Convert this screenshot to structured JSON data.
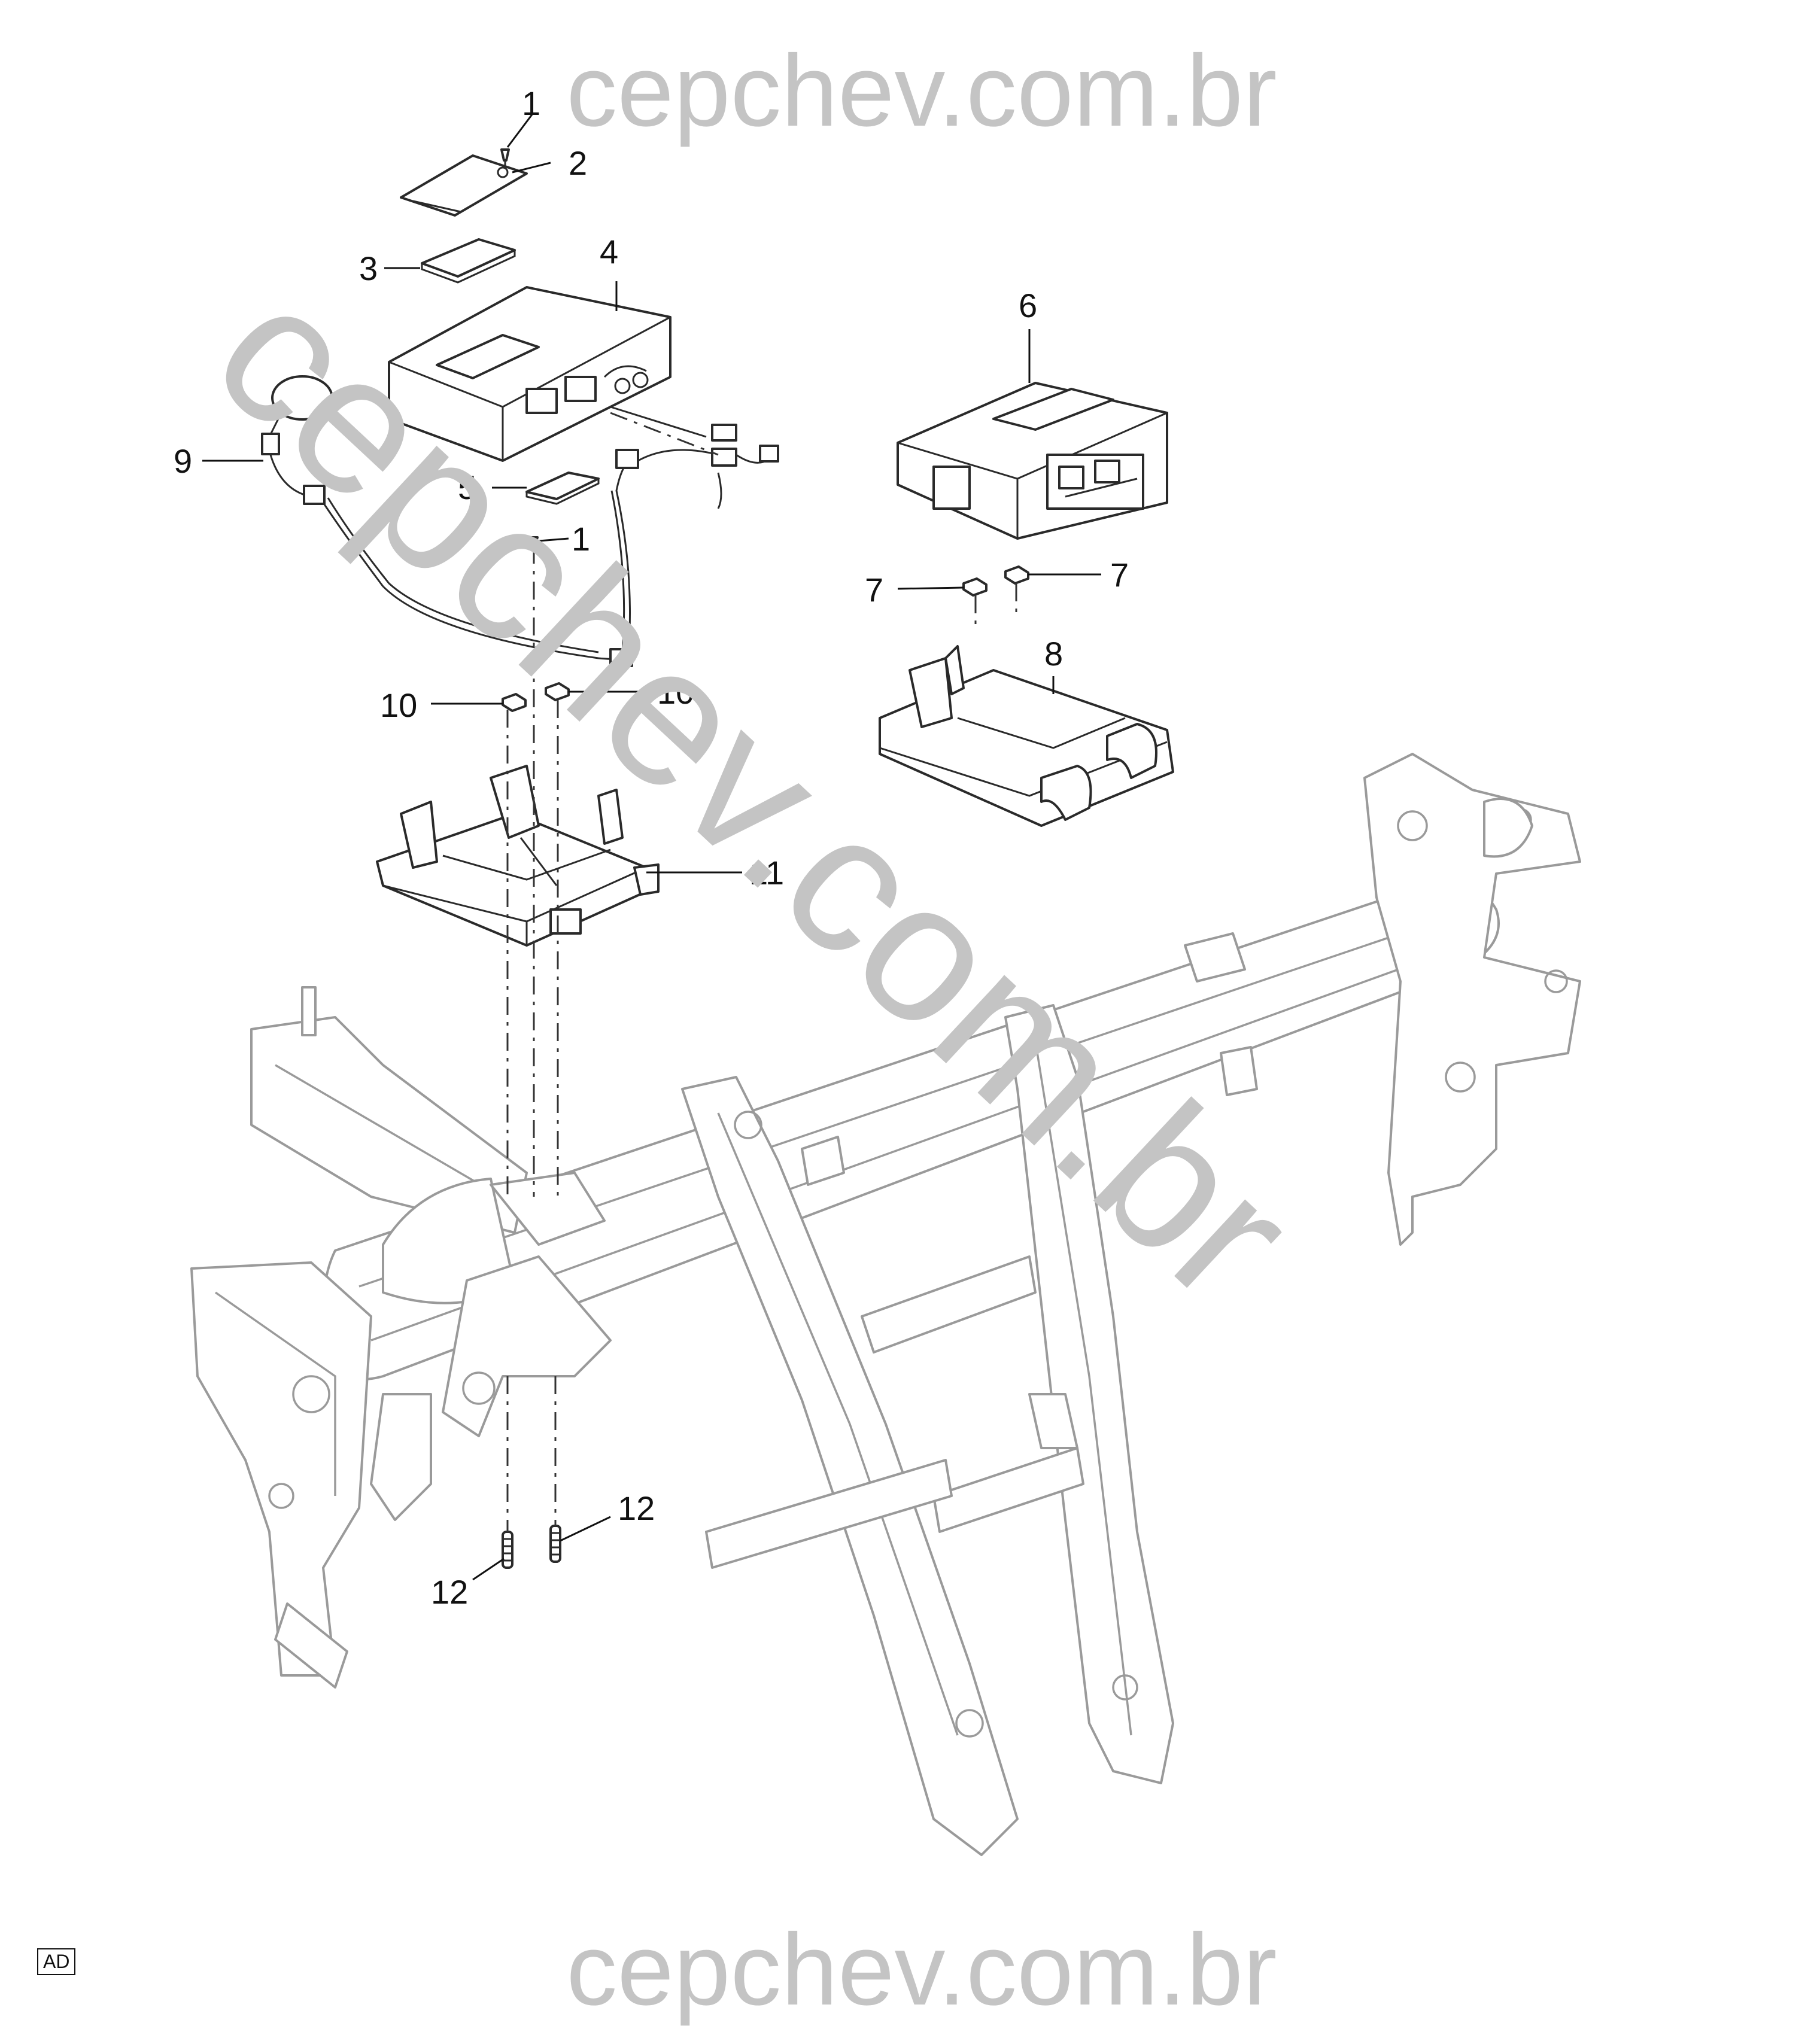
{
  "watermark": {
    "top": "cepchev.com.br",
    "diagonal": "cepchev.com.br",
    "bottom": "cepchev.com.br"
  },
  "callouts": {
    "c1a": "1",
    "c2": "2",
    "c3": "3",
    "c4": "4",
    "c5": "5",
    "c1b": "1",
    "c6": "6",
    "c7a": "7",
    "c7b": "7",
    "c8": "8",
    "c9": "9",
    "c10a": "10",
    "c10b": "10",
    "c11": "11",
    "c12a": "12",
    "c12b": "12"
  },
  "corner_tag": "AD"
}
